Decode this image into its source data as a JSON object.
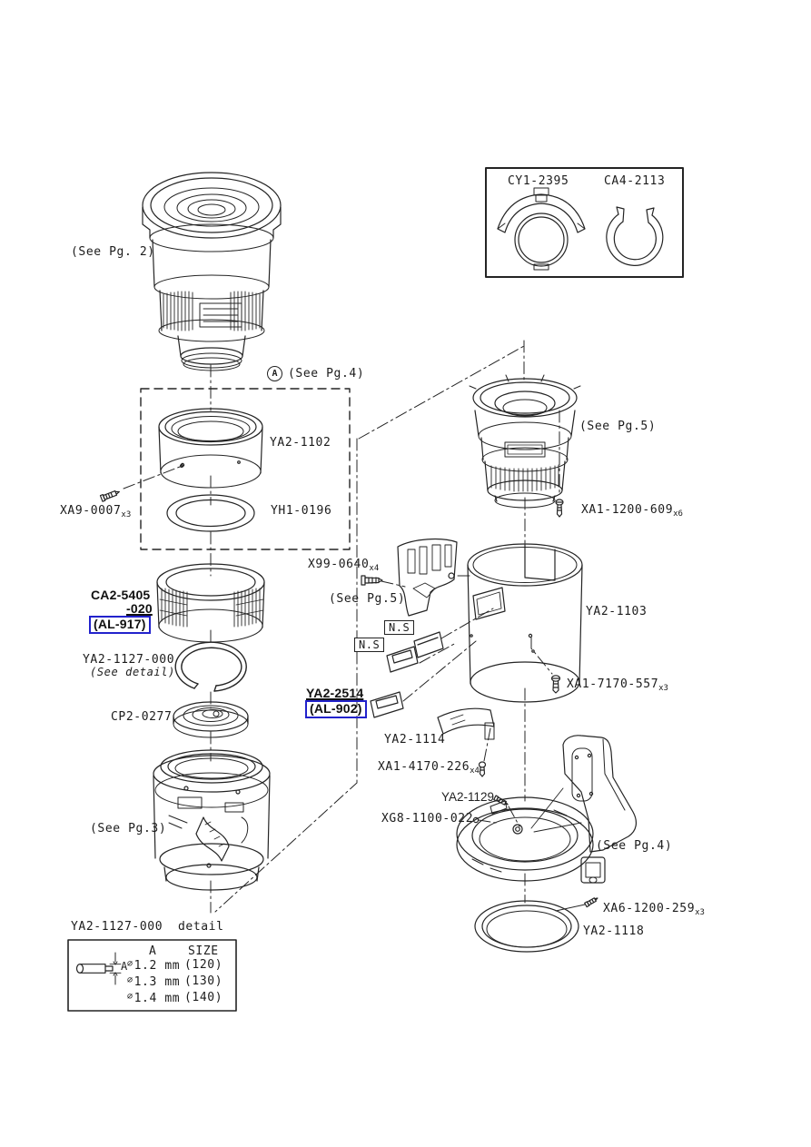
{
  "colors": {
    "link_blue": "#2222cc",
    "ink": "#1c1c1c"
  },
  "callouts": {
    "see_pg2": "(See Pg. 2)",
    "assembly_a_marker": "A",
    "assembly_a_ref": "(See Pg.4)",
    "see_pg3": "(See Pg.3)",
    "see_pg5_flex": "(See Pg.5)",
    "see_pg5_lens": "(See Pg.5)",
    "see_pg4_mount": "(See Pg.4)"
  },
  "parts": {
    "ya2_1102": "YA2-1102",
    "yh1_0196": "YH1-0196",
    "xa9_0007": {
      "code": "XA9-0007",
      "qty": "x3"
    },
    "ca2_5405": {
      "line1": "CA2-5405",
      "line2": "-020",
      "alt": "(AL-917)"
    },
    "ya2_1127": {
      "code": "YA2-1127-000",
      "note": "(See detail)"
    },
    "cp2_0277": "CP2-0277",
    "x99_0640": {
      "code": "X99-0640",
      "qty": "x4"
    },
    "ns_upper": "N.S",
    "ns_lower": "N.S",
    "ya2_2514": {
      "code": "YA2-2514",
      "alt": "(AL-902)"
    },
    "ya2_1114": "YA2-1114",
    "xa1_4170_226": {
      "code": "XA1-4170-226",
      "qty": "x4"
    },
    "xa1_1200_609": {
      "code": "XA1-1200-609",
      "qty": "x6"
    },
    "ya2_1103": "YA2-1103",
    "xa1_7170_557": {
      "code": "XA1-7170-557",
      "qty": "x3"
    },
    "ya2_1129": "YA2-1129",
    "xg8_1100_022": "XG8-1100-022",
    "xa6_1200_259": {
      "code": "XA6-1200-259",
      "qty": "x3"
    },
    "ya2_1118": "YA2-1118",
    "cy1_2395": "CY1-2395",
    "ca4_2113": "CA4-2113"
  },
  "detail_table": {
    "title": "YA2-1127-000  detail",
    "dim_label": "A",
    "columns": {
      "a": "A",
      "size": "SIZE"
    },
    "rows": [
      {
        "dia": "⌀",
        "a": "1.2 mm",
        "size": "(120)"
      },
      {
        "dia": "⌀",
        "a": "1.3 mm",
        "size": "(130)"
      },
      {
        "dia": "⌀",
        "a": "1.4 mm",
        "size": "(140)"
      }
    ]
  }
}
